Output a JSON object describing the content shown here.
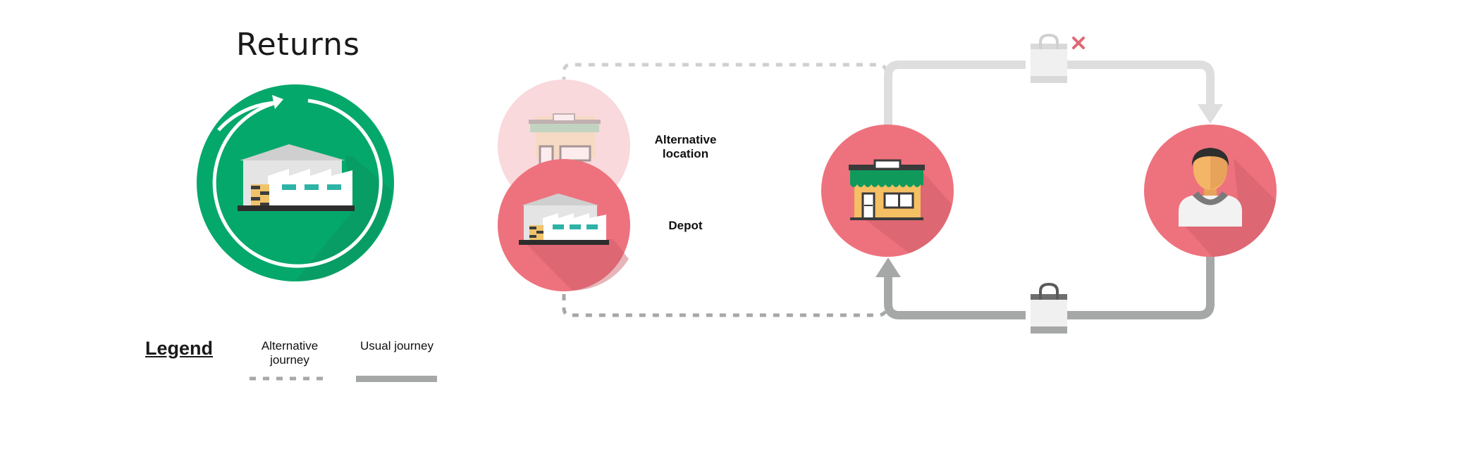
{
  "title": "Returns",
  "nodes": {
    "alternative_location": "Alternative location",
    "depot": "Depot"
  },
  "legend": {
    "heading": "Legend",
    "alternative": "Alternative journey",
    "usual": "Usual journey"
  },
  "colors": {
    "green": "#05a86b",
    "pink": "#ee727d",
    "pale_pink": "#f9d9dc",
    "grey_solid": "#a6a8a7",
    "grey_light": "#dedede",
    "cancel_x": "#e06874"
  },
  "icons": [
    "warehouse-icon",
    "shop-icon",
    "customer-icon",
    "shopping-bag-icon",
    "cancel-icon",
    "cycle-arrow-icon"
  ]
}
